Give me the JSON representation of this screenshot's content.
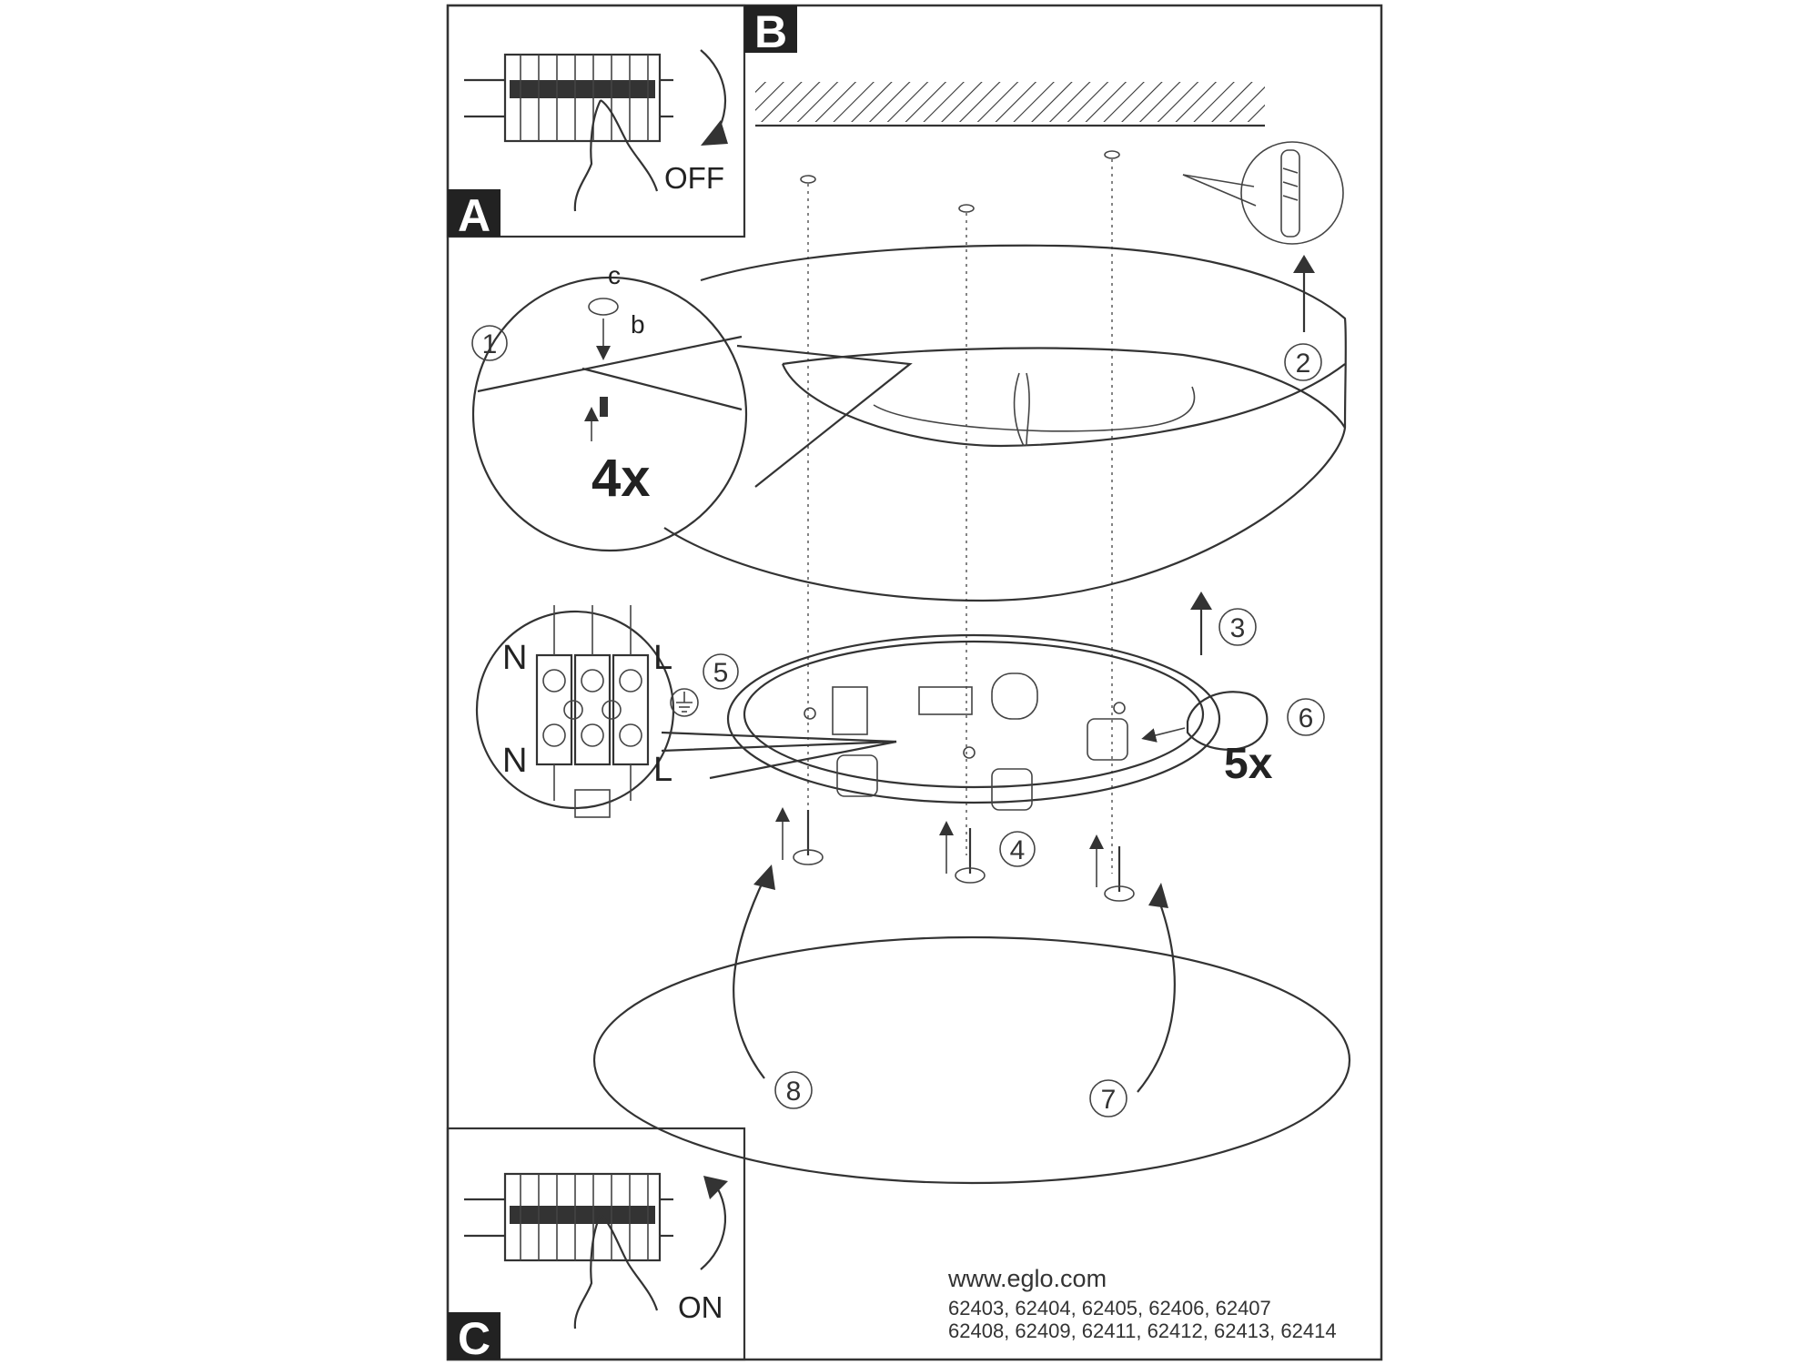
{
  "panels": {
    "a": {
      "letter": "A",
      "switch_text": "OFF"
    },
    "b": {
      "letter": "B"
    },
    "c": {
      "letter": "C",
      "switch_text": "ON"
    }
  },
  "steps": [
    "1",
    "2",
    "3",
    "4",
    "5",
    "6",
    "7",
    "8"
  ],
  "detail1": {
    "label_c": "c",
    "label_b": "b",
    "count": "4x"
  },
  "terminal": {
    "label_n_top": "N",
    "label_n_bottom": "N",
    "label_l_top": "L",
    "label_l_bottom": "L"
  },
  "bulbs": {
    "count": "5x"
  },
  "footer": {
    "website": "www.eglo.com",
    "models_line1": "62403, 62404, 62405, 62406, 62407",
    "models_line2": "62408, 62409, 62411, 62412, 62413, 62414"
  }
}
